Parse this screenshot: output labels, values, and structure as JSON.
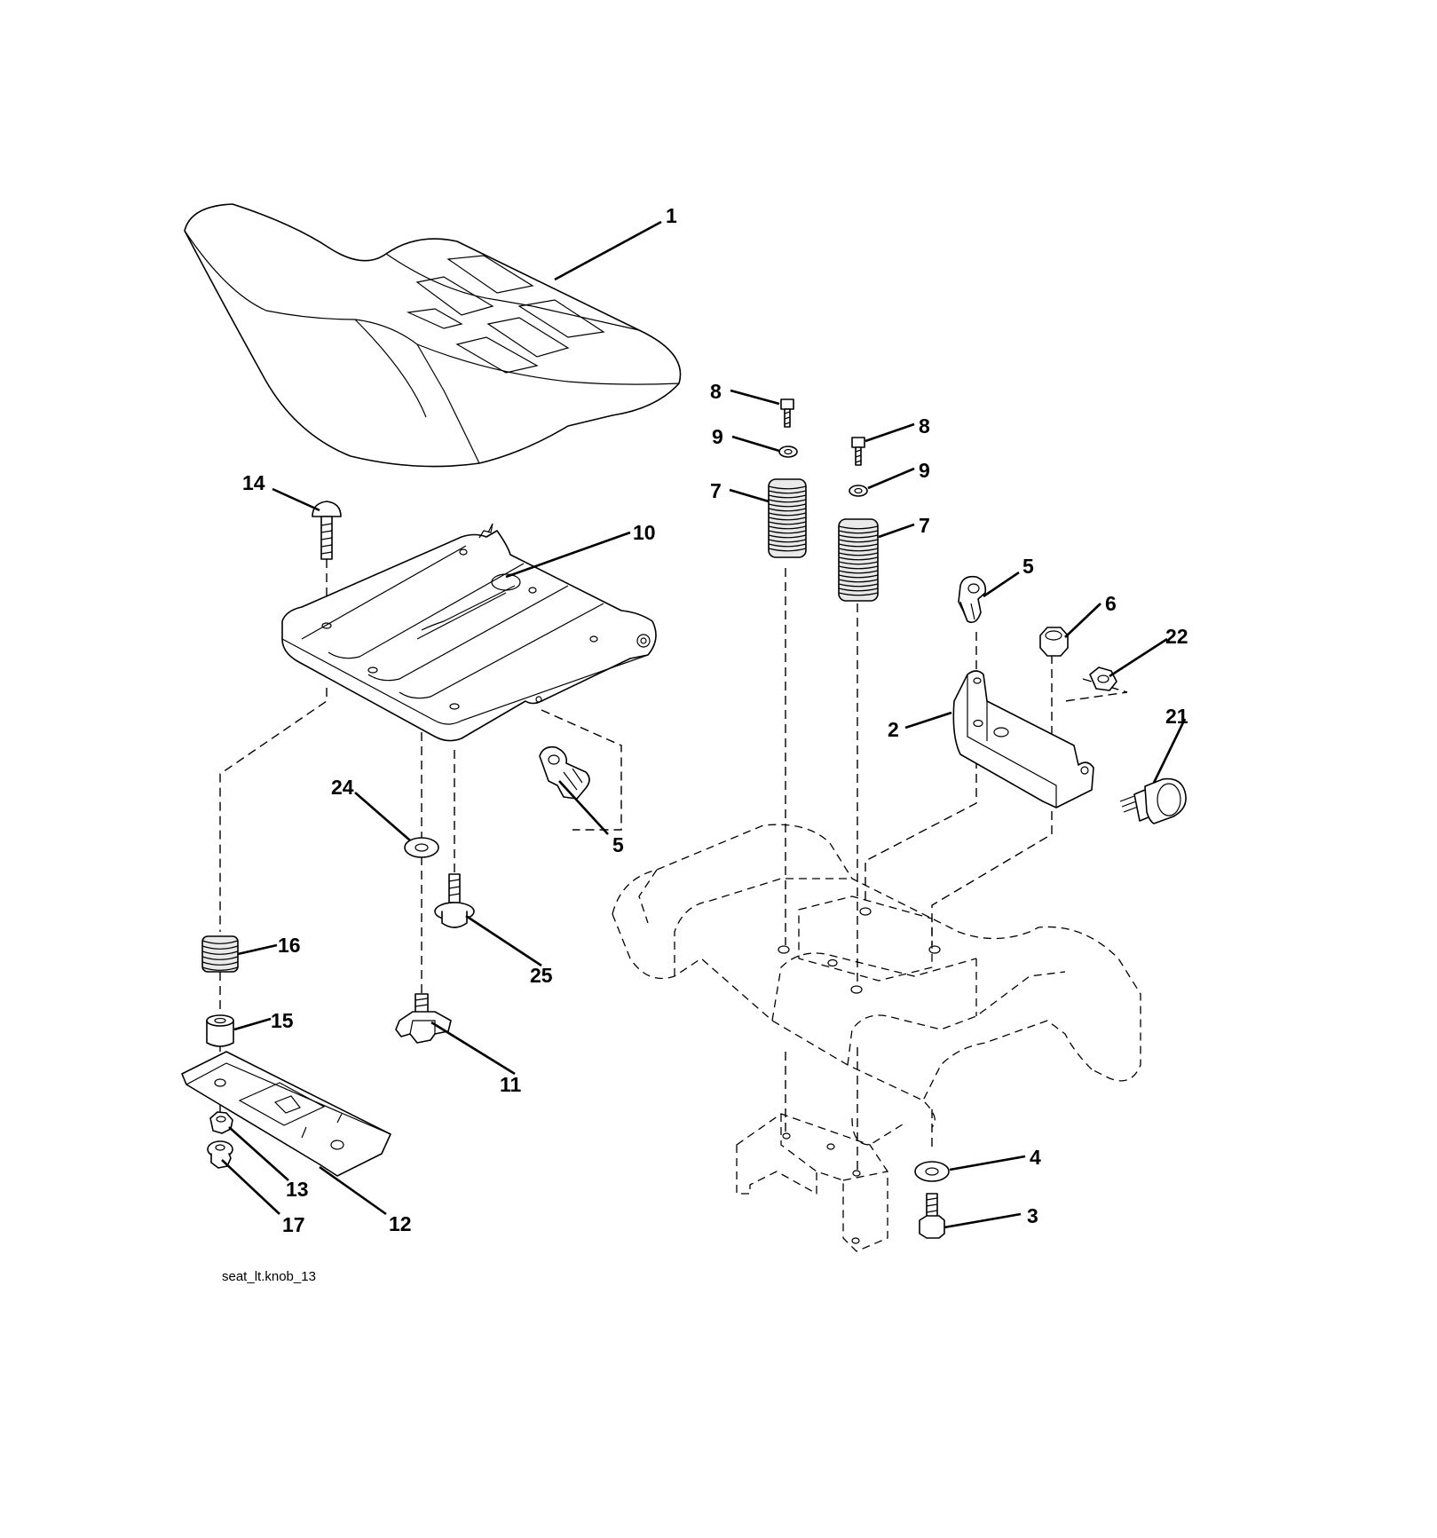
{
  "diagram": {
    "figure_id": "seat_lt.knob_13",
    "callouts": {
      "c1": "1",
      "c2": "2",
      "c3": "3",
      "c4": "4",
      "c5_clip_right": "5",
      "c5_clip_left": "5",
      "c6": "6",
      "c7_left": "7",
      "c7_right": "7",
      "c8_left": "8",
      "c8_right": "8",
      "c9_left": "9",
      "c9_right": "9",
      "c10": "10",
      "c11": "11",
      "c12": "12",
      "c13": "13",
      "c14": "14",
      "c15": "15",
      "c16": "16",
      "c17": "17",
      "c21": "21",
      "c22": "22",
      "c24": "24",
      "c25": "25"
    }
  }
}
